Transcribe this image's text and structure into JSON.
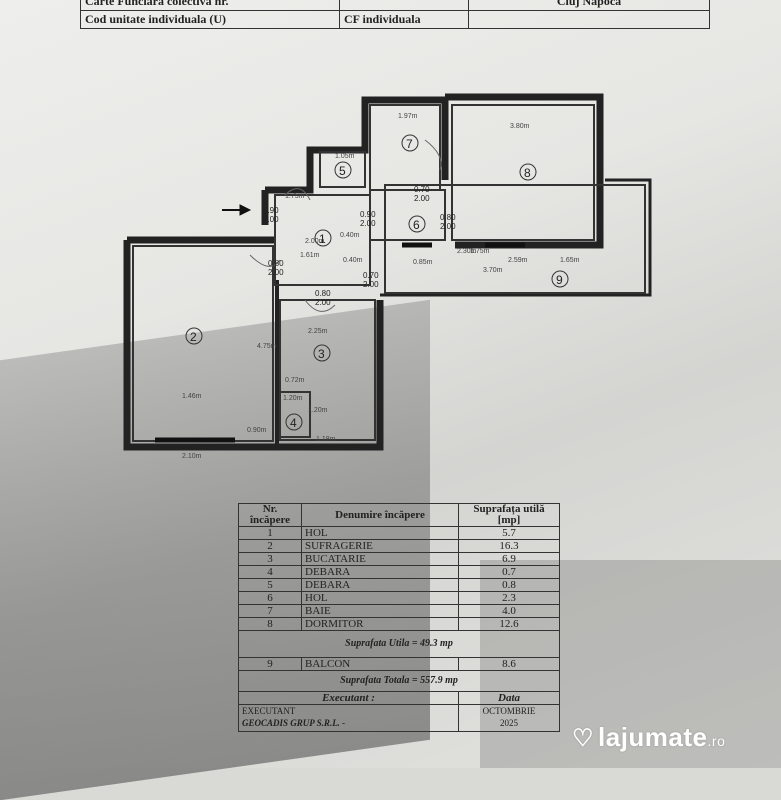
{
  "header": {
    "row1_left": "Carte Funciara colectiva nr.",
    "row1_right": "Cluj Napoca",
    "row2_left": "Cod unitate individuala (U)",
    "row2_mid": "CF individuala"
  },
  "plan": {
    "rooms": [
      "1",
      "2",
      "3",
      "4",
      "5",
      "6",
      "7",
      "8",
      "9"
    ],
    "doors": [
      {
        "top": "0.90",
        "bottom": "2.00"
      },
      {
        "top": "0.80",
        "bottom": "2.00"
      },
      {
        "top": "0.80",
        "bottom": "2.00"
      },
      {
        "top": "0.90",
        "bottom": "2.00"
      },
      {
        "top": "0.70",
        "bottom": "2.00"
      },
      {
        "top": "0.80",
        "bottom": "2.00"
      },
      {
        "top": "0.70",
        "bottom": "2.00"
      }
    ],
    "dims": [
      "1.97m",
      "3.80m",
      "1.61m",
      "0.40m",
      "1.75m",
      "2.25m",
      "1.46m",
      "2.10m",
      "1.18m",
      "0.90m",
      "1.75m",
      "2.30m",
      "2.59m",
      "0.85m",
      "3.70m",
      "1.65m",
      "4.75m",
      "1.20m",
      "0.72m",
      "0.40m",
      "2.00m",
      "1.05m",
      "1.20m"
    ]
  },
  "table": {
    "col1": "Nr. încăpere",
    "col2": "Denumire încăpere",
    "col3": "Suprafața utilă [mp]",
    "rows": [
      {
        "nr": "1",
        "name": "HOL",
        "area": "5.7"
      },
      {
        "nr": "2",
        "name": "SUFRAGERIE",
        "area": "16.3"
      },
      {
        "nr": "3",
        "name": "BUCATARIE",
        "area": "6.9"
      },
      {
        "nr": "4",
        "name": "DEBARA",
        "area": "0.7"
      },
      {
        "nr": "5",
        "name": "DEBARA",
        "area": "0.8"
      },
      {
        "nr": "6",
        "name": "HOL",
        "area": "2.3"
      },
      {
        "nr": "7",
        "name": "BAIE",
        "area": "4.0"
      },
      {
        "nr": "8",
        "name": "DORMITOR",
        "area": "12.6"
      }
    ],
    "utila": "Suprafata Utila = 49.3 mp",
    "balcon": {
      "nr": "9",
      "name": "BALCON",
      "area": "8.6"
    },
    "totala": "Suprafata Totala = 557.9 mp",
    "executant_label": "Executant :",
    "data_label": "Data",
    "executant_line1": "EXECUTANT",
    "executant_line2": "GEOCADIS GRUP S.R.L. -",
    "data_value1": "OCTOMBRIE",
    "data_value2": "2025"
  },
  "watermark": {
    "text": "lajumate",
    "suffix": ".ro"
  }
}
